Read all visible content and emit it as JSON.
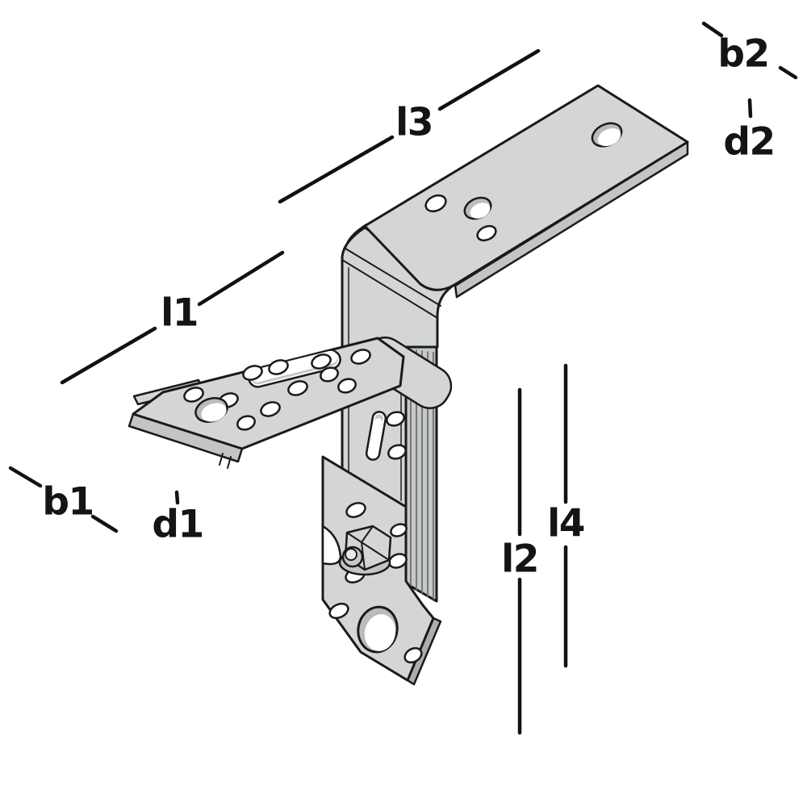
{
  "diagram": {
    "type": "technical-dimension-diagram",
    "subject": "Adjustable metal angle bracket (roof hook) with perforated slotted arm, bent top plate and flange nut",
    "background": "#ffffff"
  },
  "dims": {
    "b1": "b1",
    "b2": "b2",
    "d1": "d1",
    "d2": "d2",
    "l1": "l1",
    "l2": "l2",
    "l3": "l3",
    "l4": "l4"
  },
  "colors": {
    "outline": "#1a1a1a",
    "metal_light": "#d3d6d4",
    "metal_mid": "#c2c5c3",
    "metal_dark": "#aaaeac",
    "hole_fill": "#ffffff",
    "label_text": "#141414",
    "dimension_line": "#111111"
  }
}
